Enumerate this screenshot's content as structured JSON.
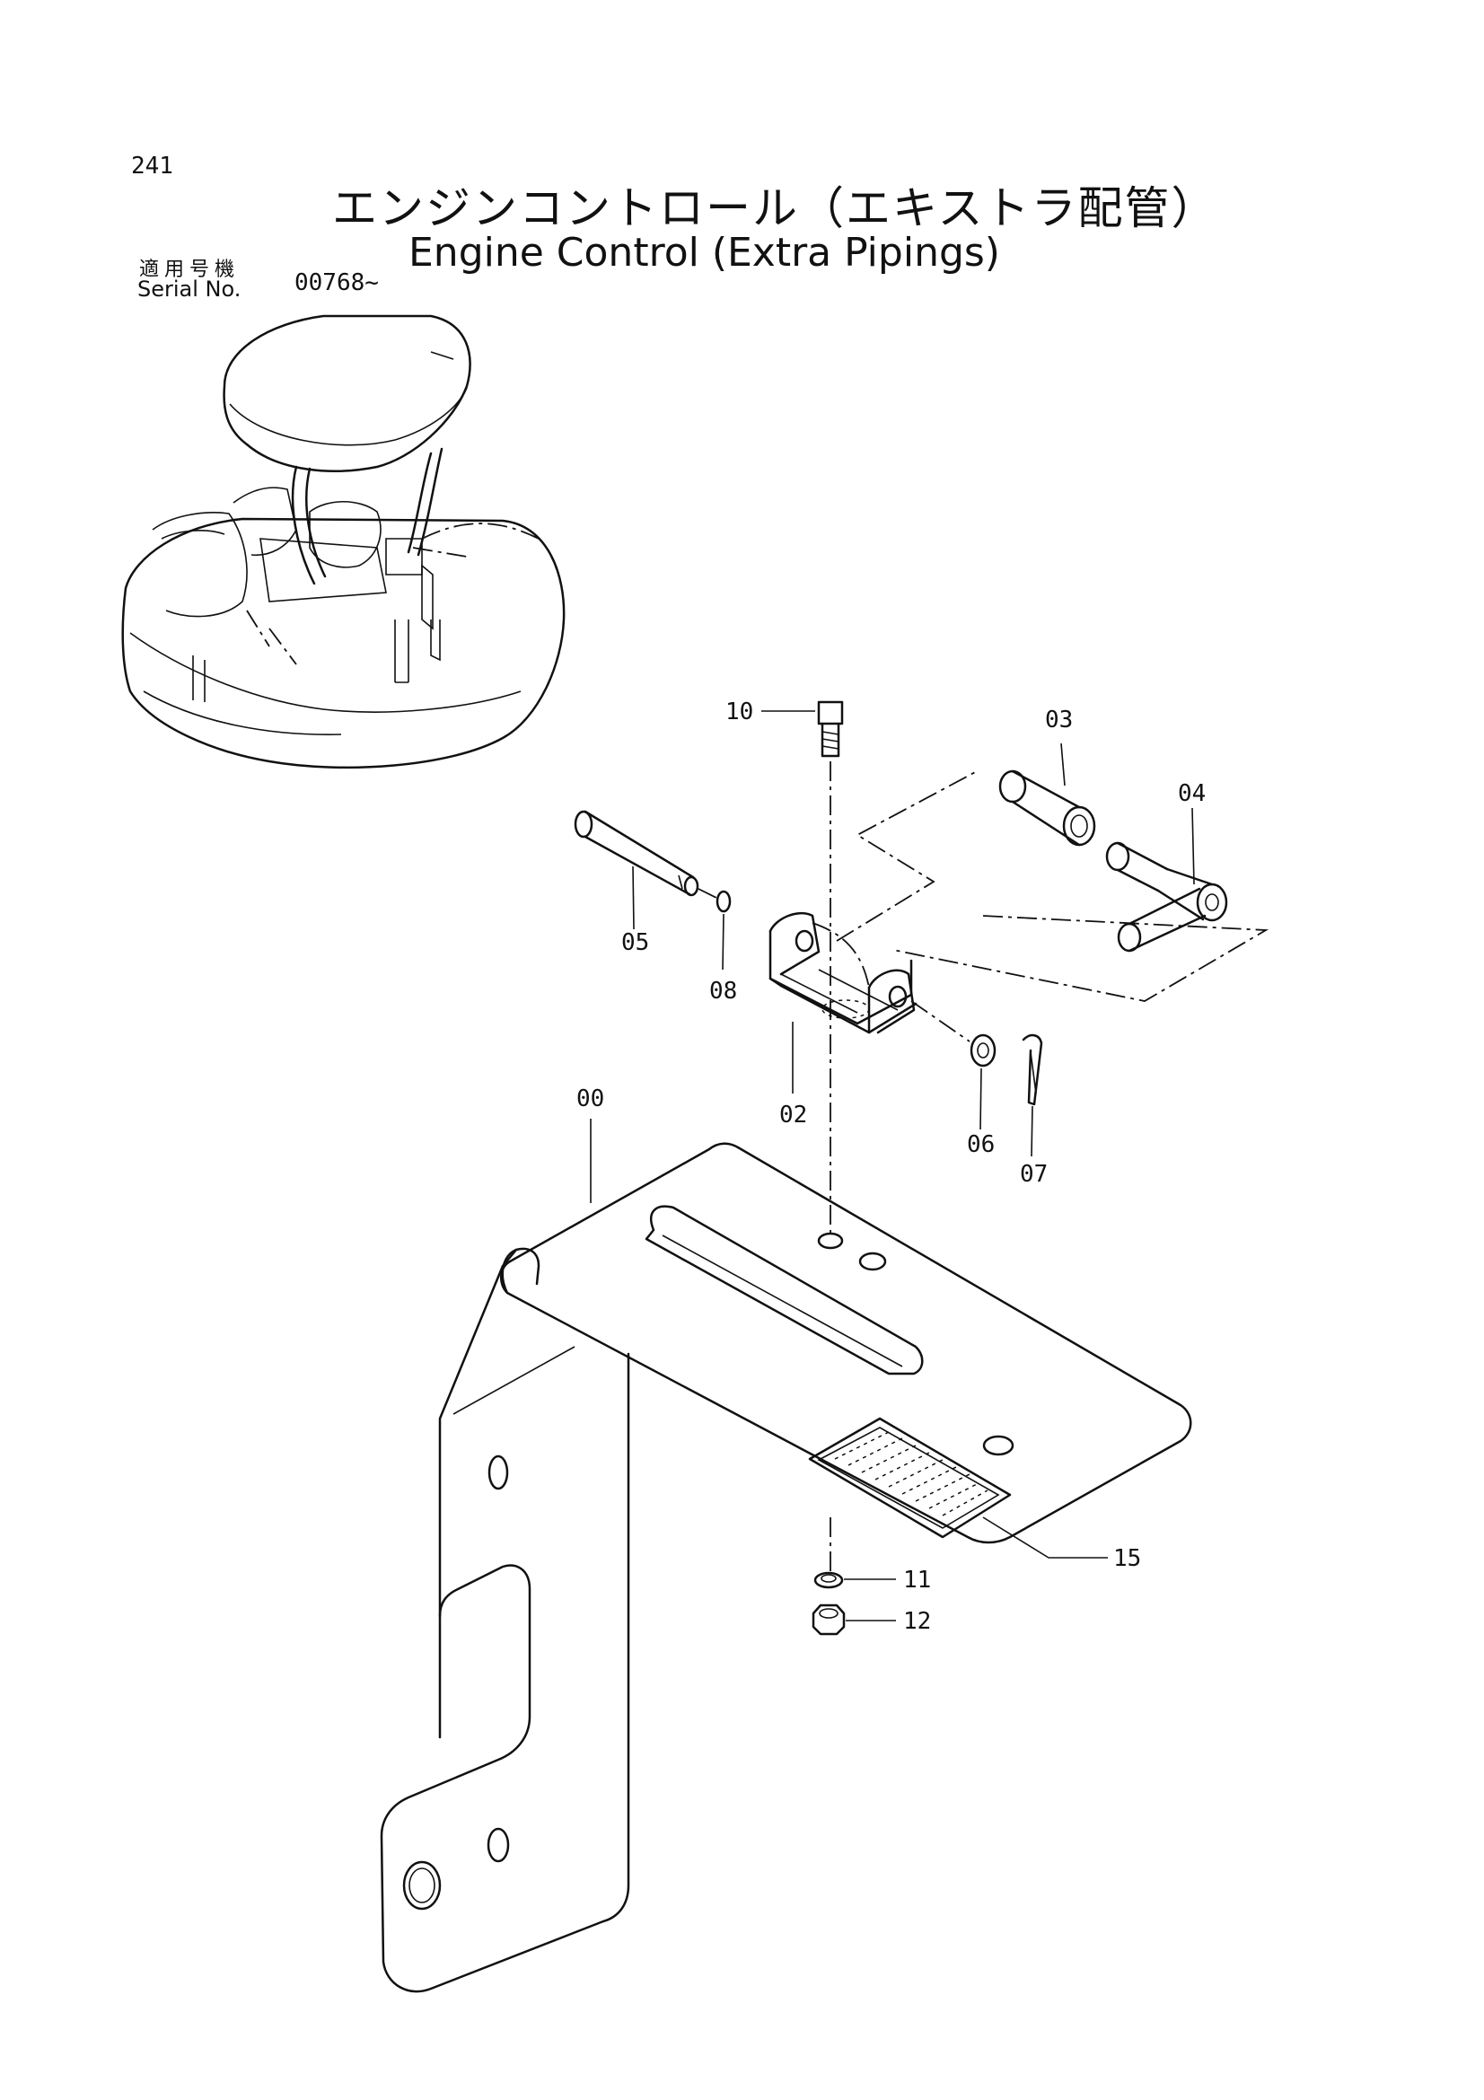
{
  "header": {
    "page_number": "241",
    "title_jp": "エンジンコントロール（エキストラ配管）",
    "title_en": "Engine Control (Extra Pipings)",
    "serial_label_jp": "適用号機",
    "serial_label_en": "Serial No.",
    "serial_value": "00768~"
  },
  "parts": [
    {
      "id": "00",
      "label": "00",
      "icon": "bracket-plate-icon"
    },
    {
      "id": "02",
      "label": "02",
      "icon": "lever-bracket-icon"
    },
    {
      "id": "03",
      "label": "03",
      "icon": "sleeve-icon"
    },
    {
      "id": "04",
      "label": "04",
      "icon": "shaft-icon"
    },
    {
      "id": "05",
      "label": "05",
      "icon": "pin-icon"
    },
    {
      "id": "06",
      "label": "06",
      "icon": "washer-icon"
    },
    {
      "id": "07",
      "label": "07",
      "icon": "cotter-pin-icon"
    },
    {
      "id": "08",
      "label": "08",
      "icon": "o-ring-icon"
    },
    {
      "id": "10",
      "label": "10",
      "icon": "bolt-icon"
    },
    {
      "id": "11",
      "label": "11",
      "icon": "spring-washer-icon"
    },
    {
      "id": "12",
      "label": "12",
      "icon": "nut-icon"
    },
    {
      "id": "15",
      "label": "15",
      "icon": "pad-icon"
    }
  ]
}
